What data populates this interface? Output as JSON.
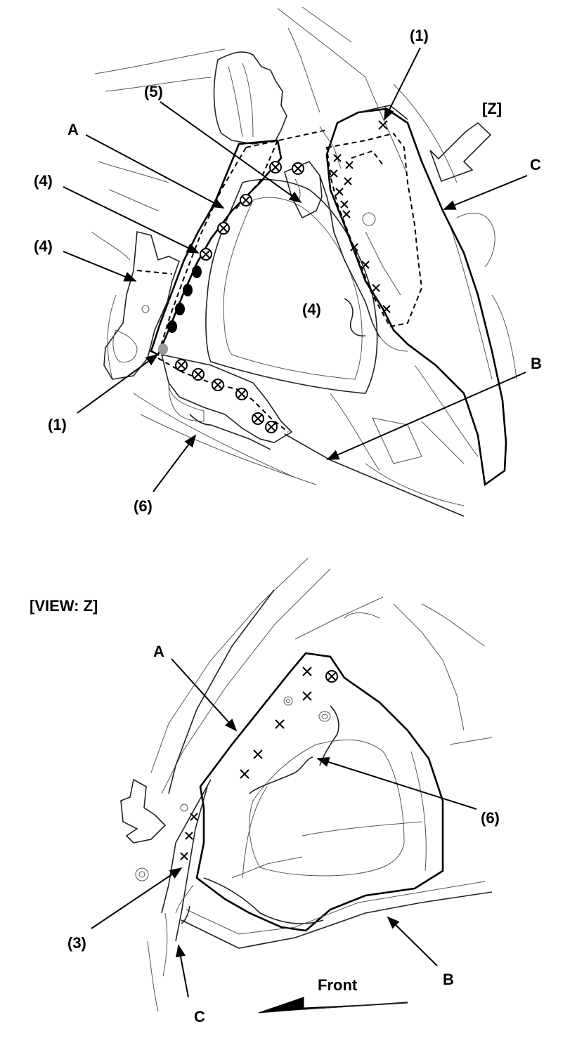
{
  "top_view": {
    "callouts": {
      "c1_top": "(1)",
      "z_arrow": "[Z]",
      "c5": "(5)",
      "a": "A",
      "c": "C",
      "c4_a": "(4)",
      "c4_b": "(4)",
      "c4_c": "(4)",
      "b": "B",
      "c1_bottom": "(1)",
      "c6": "(6)"
    }
  },
  "bottom_view": {
    "title": "[VIEW: Z]",
    "callouts": {
      "a": "A",
      "c6": "(6)",
      "c3": "(3)",
      "b": "B",
      "c": "C",
      "front": "Front"
    }
  },
  "colors": {
    "line": "#000000",
    "faint_line": "#555555",
    "spot_gray": "#999999",
    "background": "#ffffff"
  },
  "symbols": {
    "cross": "spot-weld-x",
    "circled_cross": "plug-weld",
    "solid_dot": "filled-spot",
    "arrow": "leader-arrow"
  }
}
